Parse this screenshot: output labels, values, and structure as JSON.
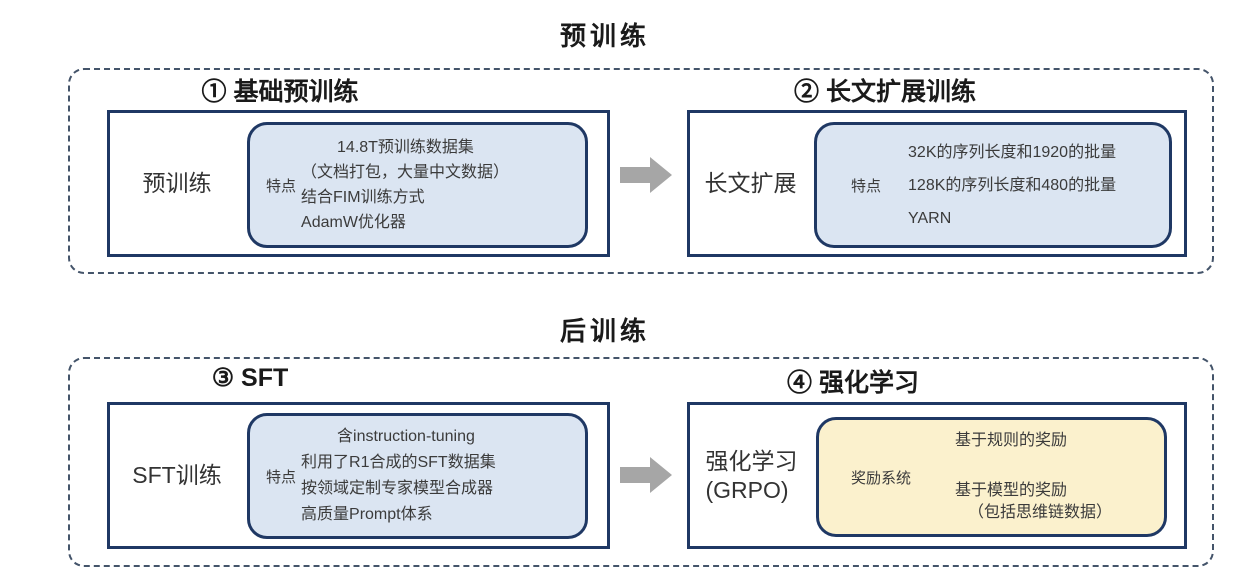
{
  "colors": {
    "border_navy": "#1f3864",
    "fill_blue": "#dbe5f2",
    "fill_yellow": "#fbf1cd",
    "dashed_border": "#44546a",
    "arrow_gray": "#a6a6a6"
  },
  "sections": {
    "pretrain": {
      "title": "预训练",
      "panels": {
        "base": {
          "heading": "① 基础预训练",
          "label": "预训练",
          "tag": "特点",
          "lines": [
            "14.8T预训练数据集",
            "（文档打包，大量中文数据）",
            "结合FIM训练方式",
            "AdamW优化器"
          ]
        },
        "longctx": {
          "heading": "② 长文扩展训练",
          "label": "长文扩展",
          "tag": "特点",
          "lines": [
            "32K的序列长度和1920的批量",
            "128K的序列长度和480的批量",
            "YARN"
          ]
        }
      }
    },
    "posttrain": {
      "title": "后训练",
      "panels": {
        "sft": {
          "heading": "③ SFT",
          "label": "SFT训练",
          "tag": "特点",
          "lines": [
            "含instruction-tuning",
            "利用了R1合成的SFT数据集",
            "按领域定制专家模型合成器",
            "高质量Prompt体系"
          ]
        },
        "rl": {
          "heading": "④ 强化学习",
          "label_lines": [
            "强化学习",
            "(GRPO)"
          ],
          "tag": "奖励系统",
          "lines": [
            "基于规则的奖励",
            "基于模型的奖励",
            "（包括思维链数据）"
          ]
        }
      }
    }
  }
}
